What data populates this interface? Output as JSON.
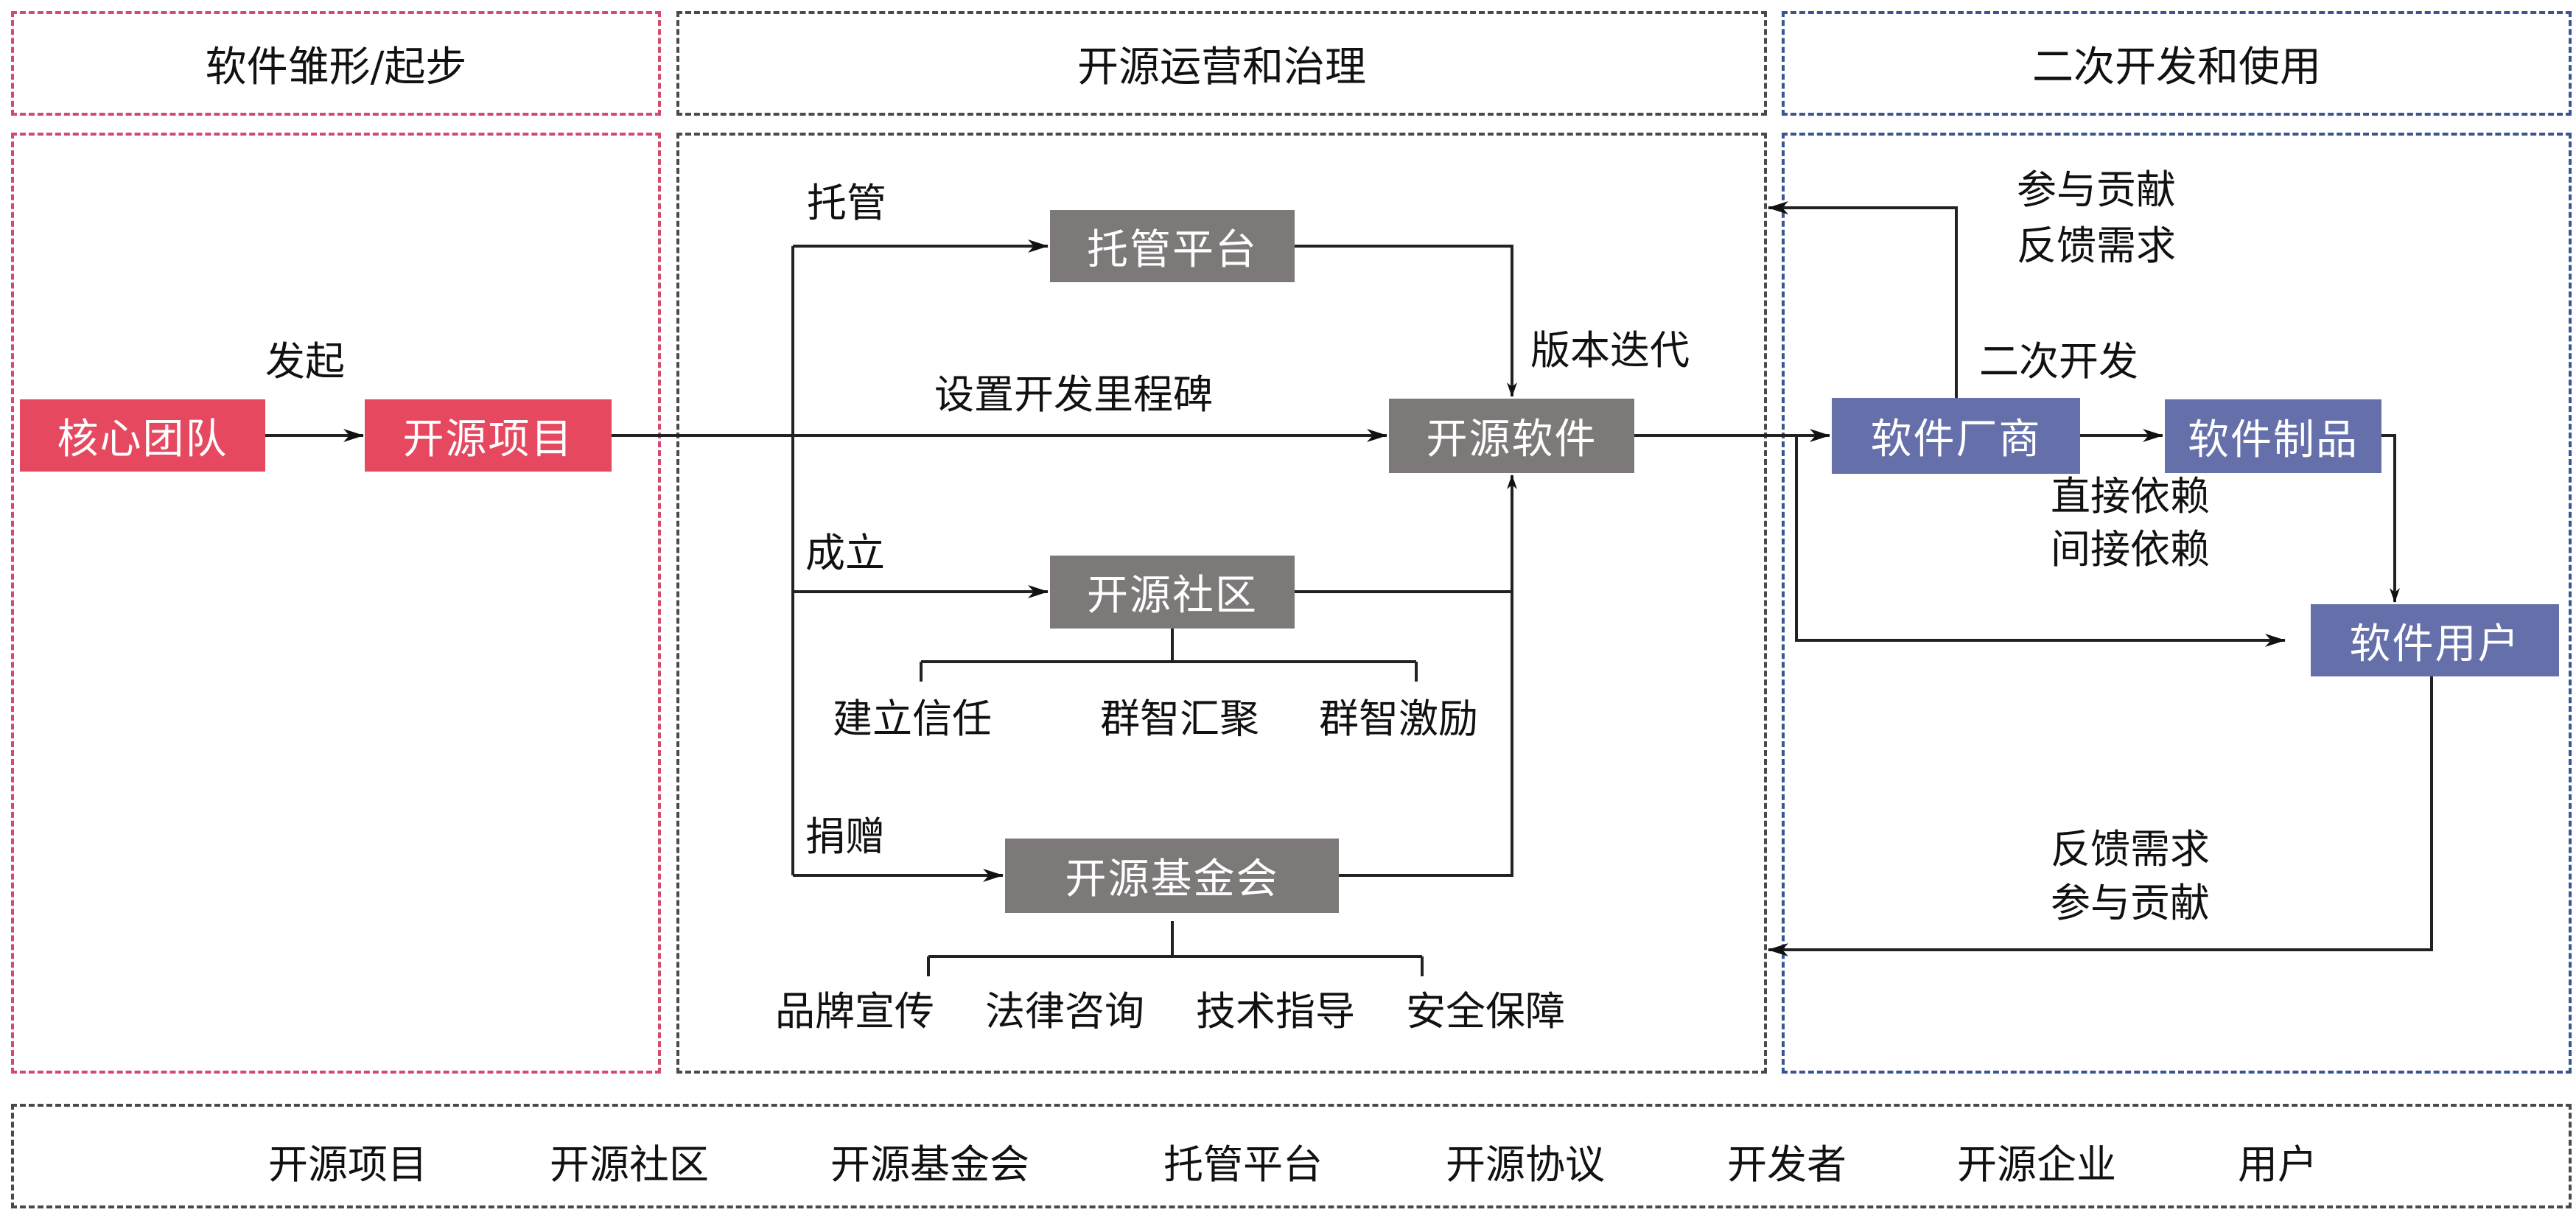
{
  "stages": [
    {
      "id": "incubation",
      "title": "软件雏形/起步",
      "color": "#d24a6e"
    },
    {
      "id": "operation",
      "title": "开源运营和治理",
      "color": "#4a4a4a"
    },
    {
      "id": "reuse",
      "title": "二次开发和使用",
      "color": "#3a5690"
    }
  ],
  "nodes": {
    "core_team": "核心团队",
    "oss_project": "开源项目",
    "hosting_platform": "托管平台",
    "oss_software": "开源软件",
    "oss_community": "开源社区",
    "oss_foundation": "开源基金会",
    "software_vendor": "软件厂商",
    "software_product": "软件制品",
    "software_user": "软件用户"
  },
  "node_colors": {
    "stage1": "#e6485f",
    "stage2": "#7e7979",
    "stage3": "#6570ab"
  },
  "edge_labels": {
    "initiate": "发起",
    "host": "托管",
    "milestone": "设置开发里程碑",
    "version_iteration": "版本迭代",
    "establish": "成立",
    "donate": "捐赠",
    "secondary_dev": "二次开发",
    "contribute_feedback_1": "参与贡献",
    "contribute_feedback_2": "反馈需求",
    "dependency_direct": "直接依赖",
    "dependency_indirect": "间接依赖",
    "user_feedback_1": "反馈需求",
    "user_feedback_2": "参与贡献"
  },
  "community_roles": [
    "建立信任",
    "群智汇聚",
    "群智激励"
  ],
  "foundation_roles": [
    "品牌宣传",
    "法律咨询",
    "技术指导",
    "安全保障"
  ],
  "legend": [
    "开源项目",
    "开源社区",
    "开源基金会",
    "托管平台",
    "开源协议",
    "开发者",
    "开源企业",
    "用户"
  ]
}
